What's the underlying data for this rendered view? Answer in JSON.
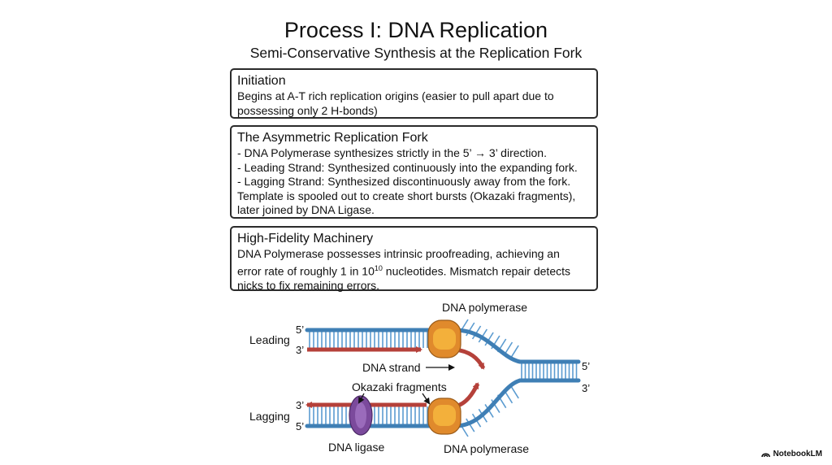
{
  "header": {
    "title": "Process I: DNA Replication",
    "subtitle": "Semi-Conservative Synthesis at the Replication Fork"
  },
  "sections": {
    "initiation": {
      "title": "Initiation",
      "lines": [
        "Begins at A-T rich replication origins (easier to pull apart due to",
        "possessing only 2 H-bonds)"
      ]
    },
    "fork": {
      "title": "The Asymmetric Replication Fork",
      "lines": [
        "- DNA Polymerase synthesizes strictly in the 5’ → 3’ direction.",
        "- Leading Strand: Synthesized continuously into the expanding fork.",
        "- Lagging Strand: Synthesized discontinuously away from the fork.",
        "Template is spooled out to create short bursts (Okazaki fragments),",
        "later joined by DNA Ligase."
      ]
    },
    "fidelity": {
      "title": "High-Fidelity Machinery",
      "line1_before": "DNA Polymerase possesses intrinsic proofreading, achieving an",
      "line2_before": "error rate of roughly 1 in 10",
      "line2_sup": "10",
      "line2_after": " nucleotides. Mismatch repair detects",
      "line3": "nicks to fix remaining errors."
    }
  },
  "diagram": {
    "label_leading": "Leading",
    "label_lagging": "Lagging",
    "end_5_top": "5’",
    "end_3_top": "3’",
    "end_3_bottom": "3’",
    "end_5_bottom": "5’",
    "end_5_right": "5’",
    "end_3_right": "3’",
    "polymerase_top": "DNA polymerase",
    "polymerase_bottom": "DNA polymerase",
    "dna_strand": "DNA strand",
    "okazaki": "Okazaki fragments",
    "ligase": "DNA ligase",
    "colors": {
      "backbone": "#3f7fb5",
      "rungs": "#5b9bd0",
      "new_strand": "#b5413a",
      "polymerase_outer": "#e08a2c",
      "polymerase_inner": "#f3b03b",
      "ligase": "#7b4a9c"
    }
  },
  "footer": {
    "brand": "NotebookLM"
  }
}
